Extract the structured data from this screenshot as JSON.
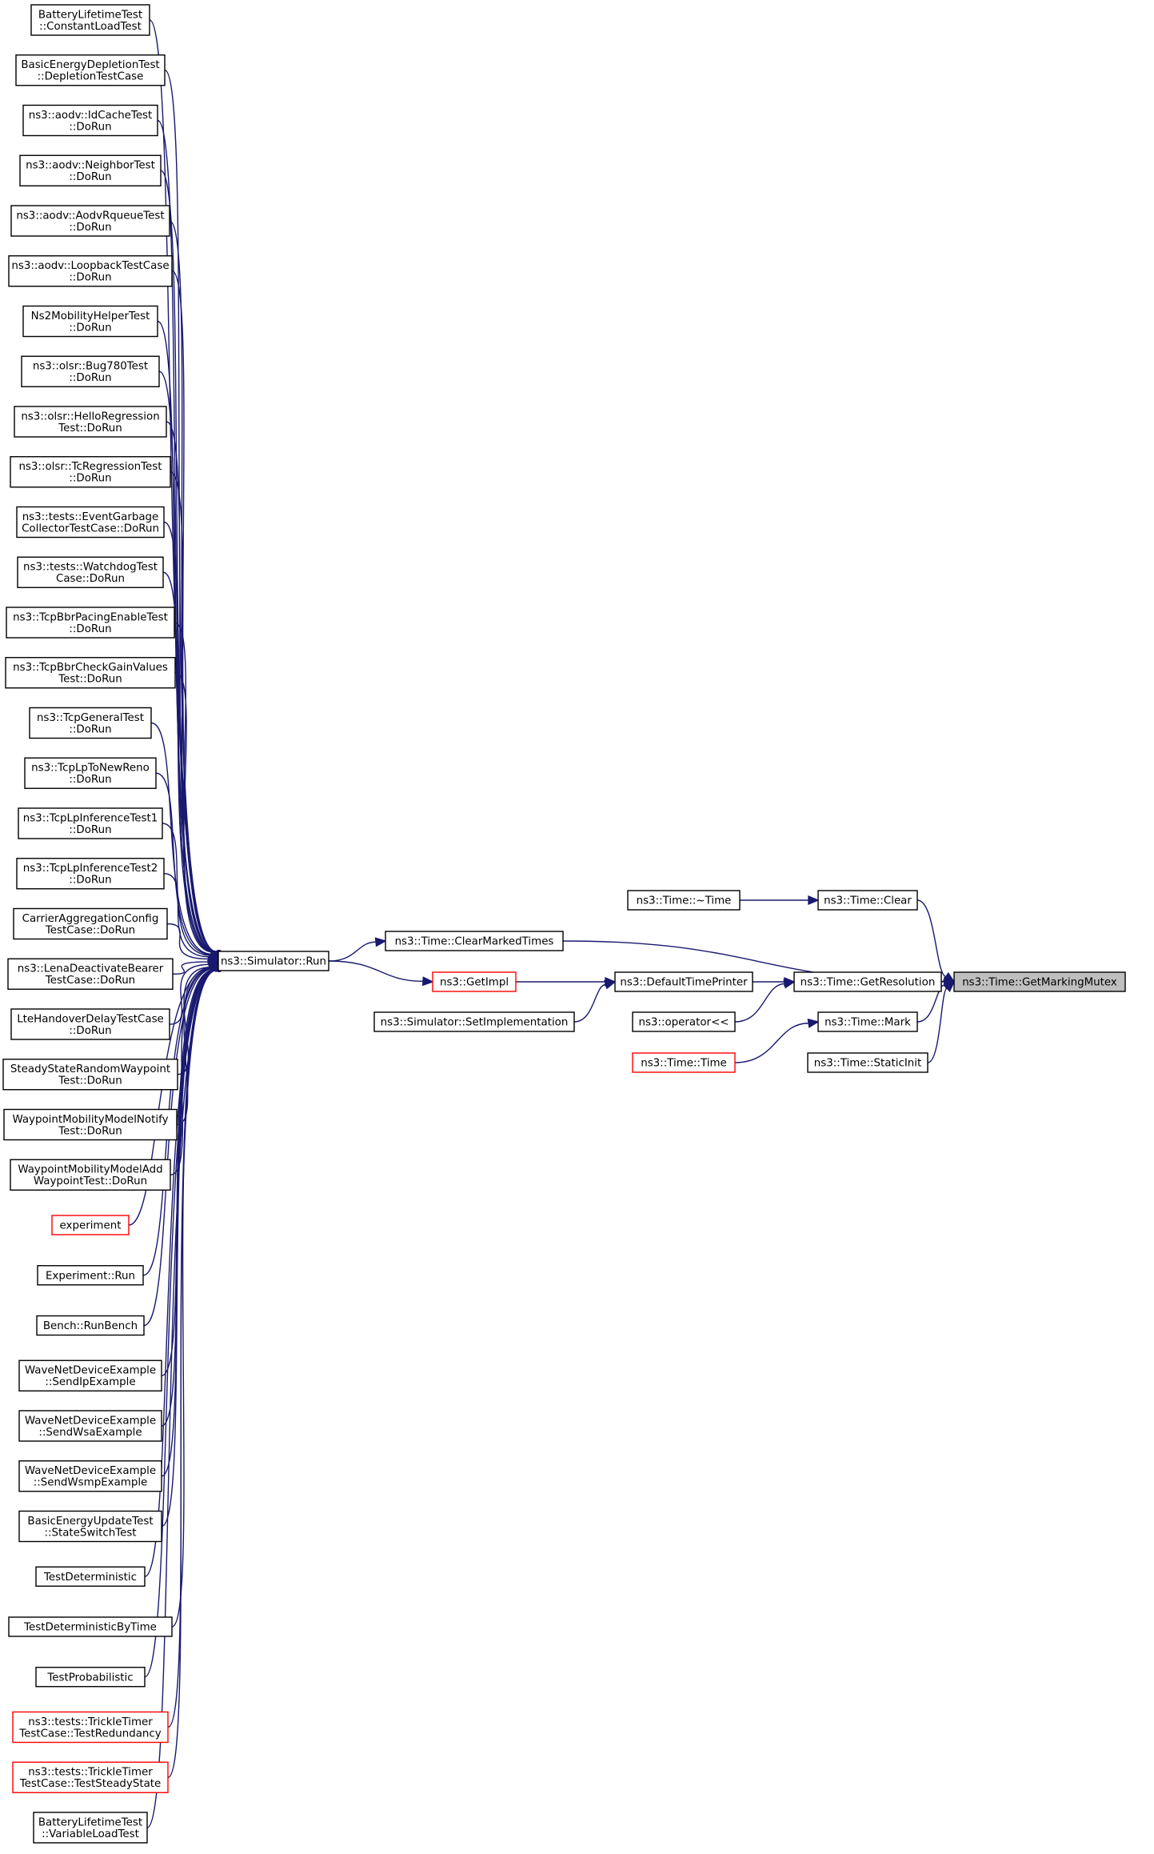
{
  "diagram": {
    "nodes": {
      "getmarkingmutex": {
        "lines": [
          "ns3::Time::GetMarkingMutex"
        ],
        "style": "focus"
      },
      "clear": {
        "lines": [
          "ns3::Time::Clear"
        ],
        "style": "normal"
      },
      "dtor": {
        "lines": [
          "ns3::Time::~Time"
        ],
        "style": "normal"
      },
      "clearmarked": {
        "lines": [
          "ns3::Time::ClearMarkedTimes"
        ],
        "style": "normal"
      },
      "getresolution": {
        "lines": [
          "ns3::Time::GetResolution"
        ],
        "style": "normal"
      },
      "defaultprinter": {
        "lines": [
          "ns3::DefaultTimePrinter"
        ],
        "style": "normal"
      },
      "operatorlt": {
        "lines": [
          "ns3::operator<<"
        ],
        "style": "normal"
      },
      "getimpl": {
        "lines": [
          "ns3::GetImpl"
        ],
        "style": "partial"
      },
      "setimpl": {
        "lines": [
          "ns3::Simulator::SetImplementation"
        ],
        "style": "normal"
      },
      "mark": {
        "lines": [
          "ns3::Time::Mark"
        ],
        "style": "normal"
      },
      "timetime": {
        "lines": [
          "ns3::Time::Time"
        ],
        "style": "partial"
      },
      "staticinit": {
        "lines": [
          "ns3::Time::StaticInit"
        ],
        "style": "normal"
      },
      "simrun": {
        "lines": [
          "ns3::Simulator::Run"
        ],
        "style": "normal"
      },
      "c01": {
        "lines": [
          "BatteryLifetimeTest",
          "::ConstantLoadTest"
        ],
        "style": "normal"
      },
      "c02": {
        "lines": [
          "BasicEnergyDepletionTest",
          "::DepletionTestCase"
        ],
        "style": "normal"
      },
      "c03": {
        "lines": [
          "ns3::aodv::IdCacheTest",
          "::DoRun"
        ],
        "style": "normal"
      },
      "c04": {
        "lines": [
          "ns3::aodv::NeighborTest",
          "::DoRun"
        ],
        "style": "normal"
      },
      "c05": {
        "lines": [
          "ns3::aodv::AodvRqueueTest",
          "::DoRun"
        ],
        "style": "normal"
      },
      "c06": {
        "lines": [
          "ns3::aodv::LoopbackTestCase",
          "::DoRun"
        ],
        "style": "normal"
      },
      "c07": {
        "lines": [
          "Ns2MobilityHelperTest",
          "::DoRun"
        ],
        "style": "normal"
      },
      "c08": {
        "lines": [
          "ns3::olsr::Bug780Test",
          "::DoRun"
        ],
        "style": "normal"
      },
      "c09": {
        "lines": [
          "ns3::olsr::HelloRegression",
          "Test::DoRun"
        ],
        "style": "normal"
      },
      "c10": {
        "lines": [
          "ns3::olsr::TcRegressionTest",
          "::DoRun"
        ],
        "style": "normal"
      },
      "c11": {
        "lines": [
          "ns3::tests::EventGarbage",
          "CollectorTestCase::DoRun"
        ],
        "style": "normal"
      },
      "c12": {
        "lines": [
          "ns3::tests::WatchdogTest",
          "Case::DoRun"
        ],
        "style": "normal"
      },
      "c13": {
        "lines": [
          "ns3::TcpBbrPacingEnableTest",
          "::DoRun"
        ],
        "style": "normal"
      },
      "c14": {
        "lines": [
          "ns3::TcpBbrCheckGainValues",
          "Test::DoRun"
        ],
        "style": "normal"
      },
      "c15": {
        "lines": [
          "ns3::TcpGeneralTest",
          "::DoRun"
        ],
        "style": "normal"
      },
      "c16": {
        "lines": [
          "ns3::TcpLpToNewReno",
          "::DoRun"
        ],
        "style": "normal"
      },
      "c17": {
        "lines": [
          "ns3::TcpLpInferenceTest1",
          "::DoRun"
        ],
        "style": "normal"
      },
      "c18": {
        "lines": [
          "ns3::TcpLpInferenceTest2",
          "::DoRun"
        ],
        "style": "normal"
      },
      "c19": {
        "lines": [
          "CarrierAggregationConfig",
          "TestCase::DoRun"
        ],
        "style": "normal"
      },
      "c20": {
        "lines": [
          "ns3::LenaDeactivateBearer",
          "TestCase::DoRun"
        ],
        "style": "normal"
      },
      "c21": {
        "lines": [
          "LteHandoverDelayTestCase",
          "::DoRun"
        ],
        "style": "normal"
      },
      "c22": {
        "lines": [
          "SteadyStateRandomWaypoint",
          "Test::DoRun"
        ],
        "style": "normal"
      },
      "c23": {
        "lines": [
          "WaypointMobilityModelNotify",
          "Test::DoRun"
        ],
        "style": "normal"
      },
      "c24": {
        "lines": [
          "WaypointMobilityModelAdd",
          "WaypointTest::DoRun"
        ],
        "style": "normal"
      },
      "c25": {
        "lines": [
          "experiment"
        ],
        "style": "partial"
      },
      "c26": {
        "lines": [
          "Experiment::Run"
        ],
        "style": "normal"
      },
      "c27": {
        "lines": [
          "Bench::RunBench"
        ],
        "style": "normal"
      },
      "c28": {
        "lines": [
          "WaveNetDeviceExample",
          "::SendIpExample"
        ],
        "style": "normal"
      },
      "c29": {
        "lines": [
          "WaveNetDeviceExample",
          "::SendWsaExample"
        ],
        "style": "normal"
      },
      "c30": {
        "lines": [
          "WaveNetDeviceExample",
          "::SendWsmpExample"
        ],
        "style": "normal"
      },
      "c31": {
        "lines": [
          "BasicEnergyUpdateTest",
          "::StateSwitchTest"
        ],
        "style": "normal"
      },
      "c32": {
        "lines": [
          "TestDeterministic"
        ],
        "style": "normal"
      },
      "c33": {
        "lines": [
          "TestDeterministicByTime"
        ],
        "style": "normal"
      },
      "c34": {
        "lines": [
          "TestProbabilistic"
        ],
        "style": "normal"
      },
      "c35": {
        "lines": [
          "ns3::tests::TrickleTimer",
          "TestCase::TestRedundancy"
        ],
        "style": "partial"
      },
      "c36": {
        "lines": [
          "ns3::tests::TrickleTimer",
          "TestCase::TestSteadyState"
        ],
        "style": "partial"
      },
      "c37": {
        "lines": [
          "BatteryLifetimeTest",
          "::VariableLoadTest"
        ],
        "style": "normal"
      }
    },
    "edges": [
      [
        "clear",
        "getmarkingmutex"
      ],
      [
        "clearmarked",
        "getmarkingmutex"
      ],
      [
        "getresolution",
        "getmarkingmutex"
      ],
      [
        "mark",
        "getmarkingmutex"
      ],
      [
        "staticinit",
        "getmarkingmutex"
      ],
      [
        "dtor",
        "clear"
      ],
      [
        "simrun",
        "clearmarked"
      ],
      [
        "defaultprinter",
        "getresolution"
      ],
      [
        "operatorlt",
        "getresolution"
      ],
      [
        "getimpl",
        "defaultprinter"
      ],
      [
        "setimpl",
        "defaultprinter"
      ],
      [
        "simrun",
        "getimpl"
      ],
      [
        "timetime",
        "mark"
      ],
      [
        "c01",
        "simrun"
      ],
      [
        "c02",
        "simrun"
      ],
      [
        "c03",
        "simrun"
      ],
      [
        "c04",
        "simrun"
      ],
      [
        "c05",
        "simrun"
      ],
      [
        "c06",
        "simrun"
      ],
      [
        "c07",
        "simrun"
      ],
      [
        "c08",
        "simrun"
      ],
      [
        "c09",
        "simrun"
      ],
      [
        "c10",
        "simrun"
      ],
      [
        "c11",
        "simrun"
      ],
      [
        "c12",
        "simrun"
      ],
      [
        "c13",
        "simrun"
      ],
      [
        "c14",
        "simrun"
      ],
      [
        "c15",
        "simrun"
      ],
      [
        "c16",
        "simrun"
      ],
      [
        "c17",
        "simrun"
      ],
      [
        "c18",
        "simrun"
      ],
      [
        "c19",
        "simrun"
      ],
      [
        "c20",
        "simrun"
      ],
      [
        "c21",
        "simrun"
      ],
      [
        "c22",
        "simrun"
      ],
      [
        "c23",
        "simrun"
      ],
      [
        "c24",
        "simrun"
      ],
      [
        "c25",
        "simrun"
      ],
      [
        "c26",
        "simrun"
      ],
      [
        "c27",
        "simrun"
      ],
      [
        "c28",
        "simrun"
      ],
      [
        "c29",
        "simrun"
      ],
      [
        "c30",
        "simrun"
      ],
      [
        "c31",
        "simrun"
      ],
      [
        "c32",
        "simrun"
      ],
      [
        "c33",
        "simrun"
      ],
      [
        "c34",
        "simrun"
      ],
      [
        "c35",
        "simrun"
      ],
      [
        "c36",
        "simrun"
      ],
      [
        "c37",
        "simrun"
      ]
    ],
    "colors": {
      "edge": "#191970",
      "partial_border": "#ff0000",
      "focus_fill": "#bfbfbf"
    }
  }
}
